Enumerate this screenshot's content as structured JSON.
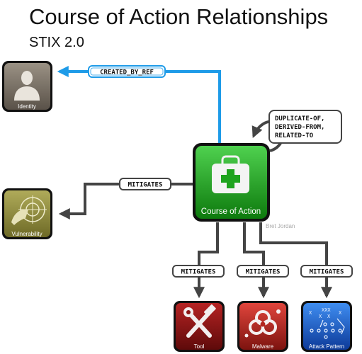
{
  "title": "Course of Action Relationships",
  "subtitle": "STIX 2.0",
  "author": "Bret Jordan",
  "colors": {
    "created_by_ref_arrow": "#1e9be8",
    "relationship_arrow": "#444444",
    "course_of_action": "#1fa41f",
    "identity": "#7a7166",
    "vulnerability": "#8f8a3c",
    "tool": "#8b1414",
    "malware": "#b3261e",
    "attack_pattern": "#1a5fd0"
  },
  "nodes": {
    "course_of_action": {
      "label": "Course of Action",
      "icon": "first-aid-kit-icon"
    },
    "identity": {
      "label": "Identity",
      "icon": "person-silhouette-icon"
    },
    "vulnerability": {
      "label": "Vulnerability",
      "icon": "crosshair-icon"
    },
    "tool": {
      "label": "Tool",
      "icon": "wrench-hammer-icon"
    },
    "malware": {
      "label": "Malware",
      "icon": "biohazard-icon"
    },
    "attack_pattern": {
      "label": "Attack Pattern",
      "icon": "play-diagram-icon"
    }
  },
  "relationships": {
    "created_by_ref": "CREATED_BY_REF",
    "self": [
      "DUPLICATE-OF,",
      "DERIVED-FROM,",
      "RELATED-TO"
    ],
    "mitigates_vulnerability": "MITIGATES",
    "mitigates_tool": "MITIGATES",
    "mitigates_malware": "MITIGATES",
    "mitigates_attack_pattern": "MITIGATES"
  }
}
